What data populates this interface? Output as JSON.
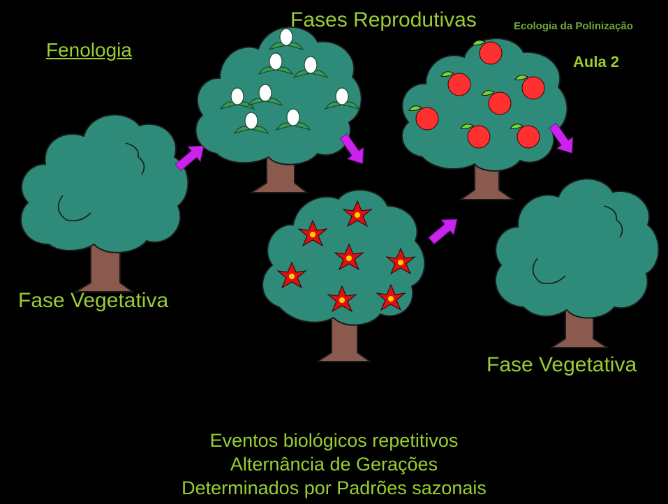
{
  "header": {
    "title_fenologia": "Fenologia",
    "title_fases": "Fases Reprodutivas",
    "course": "Ecologia da Polinização",
    "lesson": "Aula 2"
  },
  "labels": {
    "vegetative_1": "Fase Vegetativa",
    "vegetative_2": "Fase Vegetativa"
  },
  "footer": {
    "lines": [
      "Eventos biológicos repetitivos",
      "Alternância de Gerações",
      "Determinados por Padrões sazonais"
    ]
  },
  "colors": {
    "background": "#000000",
    "text": "#9acd32",
    "foliage": "#2e8b7a",
    "trunk": "#8b5a4f",
    "arrow": "#cc22ee",
    "flower_white": "#ffffff",
    "flower_red": "#dd1111",
    "fruit_red": "#ff3030"
  },
  "icons": [
    "tree-vegetative",
    "tree-white-tulips",
    "tree-red-flowers",
    "tree-red-fruits",
    "arrow"
  ]
}
